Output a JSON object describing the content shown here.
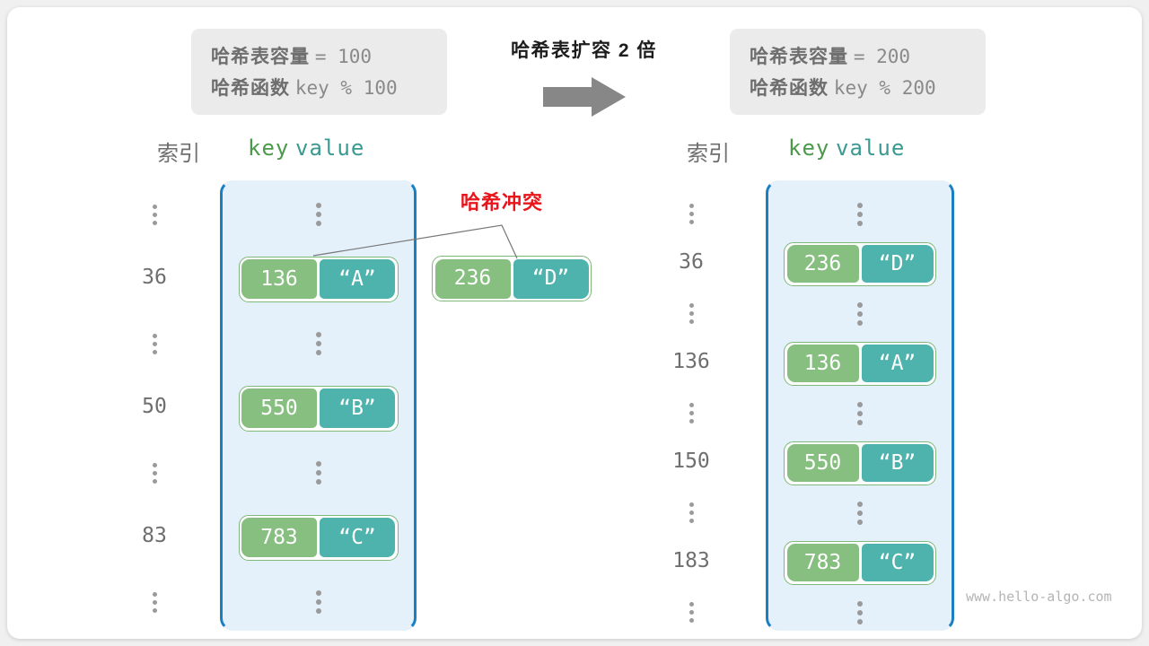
{
  "watermark": "www.hello-algo.com",
  "transition": {
    "title": "哈希表扩容 2 倍",
    "arrow_icon": "right-arrow-icon"
  },
  "info_left": {
    "capacity_label": "哈希表容量",
    "capacity_value": "= 100",
    "hashfn_label": "哈希函数",
    "hashfn_value": "key % 100"
  },
  "info_right": {
    "capacity_label": "哈希表容量",
    "capacity_value": "= 200",
    "hashfn_label": "哈希函数",
    "hashfn_value": "key % 200"
  },
  "headers": {
    "index": "索引",
    "key": "key",
    "value": "value"
  },
  "collision": {
    "label": "哈希冲突",
    "color": "#e8151b"
  },
  "colors": {
    "key_cell": "#86bf7f",
    "value_cell": "#4db3ac",
    "bucket_fill": "#e4f0fa",
    "bucket_border": "#1a7fc1",
    "pair_border": "#7fb87a",
    "index_text": "#6e6e6e",
    "infobox_bg": "#ebebeb"
  },
  "ellipsis": "⋮",
  "table_left": {
    "rows": [
      {
        "index": "",
        "ellipsis": true
      },
      {
        "index": "36",
        "key": "136",
        "value": "“A”"
      },
      {
        "index": "",
        "ellipsis": true
      },
      {
        "index": "50",
        "key": "550",
        "value": "“B”"
      },
      {
        "index": "",
        "ellipsis": true
      },
      {
        "index": "83",
        "key": "783",
        "value": "“C”"
      },
      {
        "index": "",
        "ellipsis": true
      }
    ]
  },
  "table_right": {
    "rows": [
      {
        "index": "",
        "ellipsis": true
      },
      {
        "index": "36",
        "key": "236",
        "value": "“D”"
      },
      {
        "index": "",
        "ellipsis": true
      },
      {
        "index": "136",
        "key": "136",
        "value": "“A”"
      },
      {
        "index": "",
        "ellipsis": true
      },
      {
        "index": "150",
        "key": "550",
        "value": "“B”"
      },
      {
        "index": "",
        "ellipsis": true
      },
      {
        "index": "183",
        "key": "783",
        "value": "“C”"
      },
      {
        "index": "",
        "ellipsis": true
      }
    ]
  },
  "detached_pair": {
    "key": "236",
    "value": "“D”"
  }
}
